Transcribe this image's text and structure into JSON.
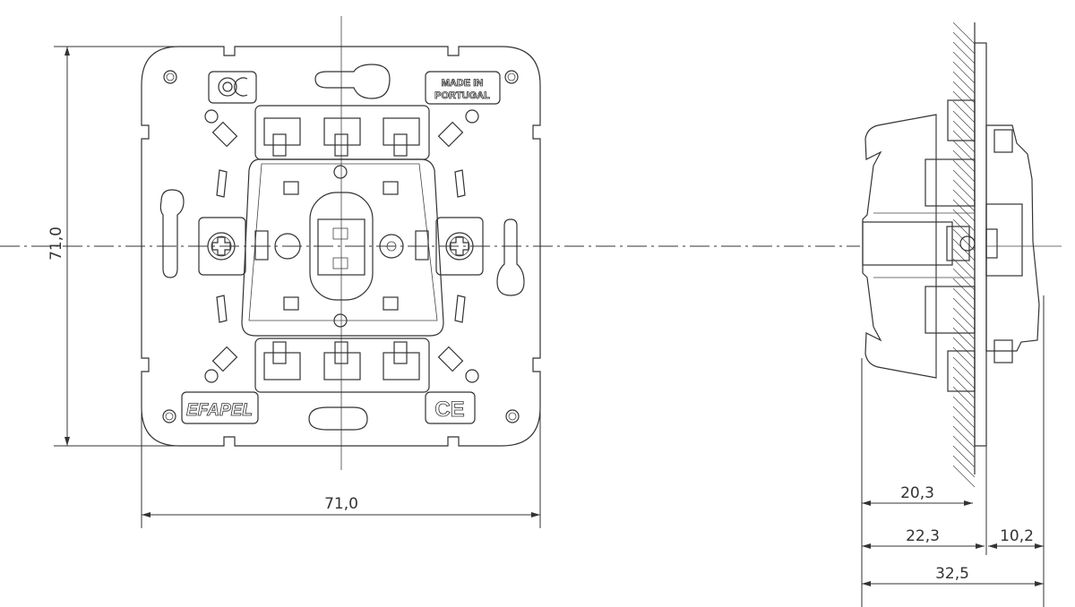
{
  "drawing": {
    "front_view": {
      "marking_top_right_line1": "MADE IN",
      "marking_top_right_line2": "PORTUGAL",
      "marking_bottom_left": "EFAPEL",
      "marking_bottom_right": "CE"
    },
    "dimensions": {
      "height": "71,0",
      "width": "71,0",
      "depth_to_wall": "20,3",
      "depth_to_plate": "22,3",
      "front_projection": "10,2",
      "total_depth": "32,5"
    }
  }
}
